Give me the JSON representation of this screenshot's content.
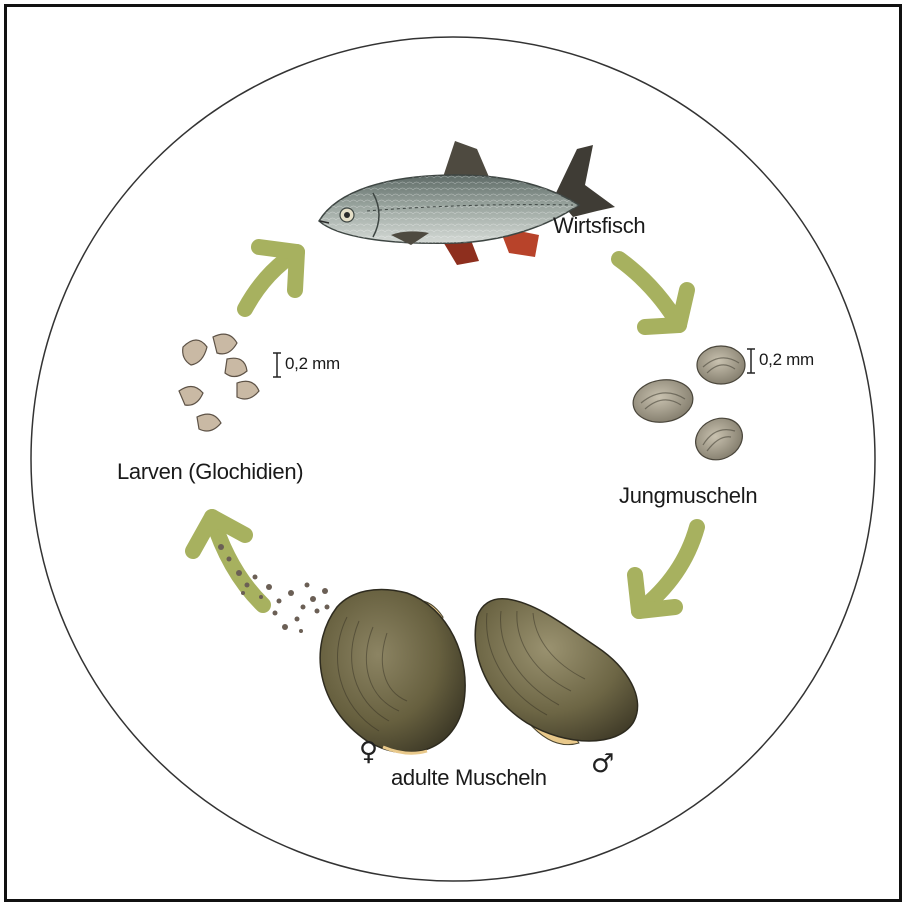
{
  "labels": {
    "host_fish": "Wirtsfisch",
    "juvenile_mussels": "Jungmuscheln",
    "adult_mussels": "adulte Muscheln",
    "larvae": "Larven (Glochidien)",
    "scale_larvae": "0,2 mm",
    "scale_juvenile": "0,2 mm",
    "female_symbol": "♀",
    "male_symbol": "♂"
  },
  "colors": {
    "arrow": "#a7b15f",
    "circle_outline": "#333333",
    "fish_body": "#8f9a93",
    "fish_fin": "#b0402a",
    "mussel_dark": "#5e5a3c",
    "mussel_foot": "#e9c98b",
    "larva_shell": "#c9b9a4"
  }
}
